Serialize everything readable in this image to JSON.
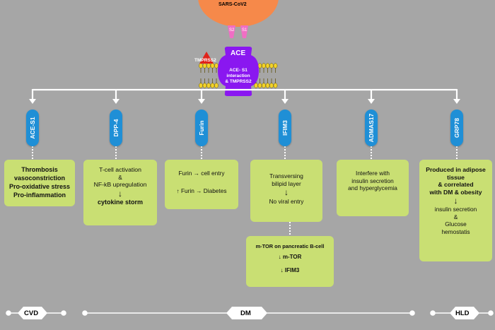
{
  "virus": {
    "label": "SARS-CoV2",
    "spikes": [
      "S2",
      "S1"
    ]
  },
  "receptor": {
    "ace_label": "ACE",
    "ace_detail": [
      "ACE- S1",
      "interaction",
      "& TMPRSS2"
    ],
    "tmprss_label": "TMPRSS2"
  },
  "colors": {
    "background": "#a6a6a6",
    "virus": "#f6894a",
    "spike": "#f06ec4",
    "ace": "#8a17f0",
    "tmprss": "#e0231b",
    "pill": "#1f8fd6",
    "box": "#c9df73",
    "lipid": "#f2d22a"
  },
  "pathways": [
    {
      "name": "ACE-S1",
      "box_lines": [
        "Thrombosis",
        "vasoconstriction",
        "Pro-oxidative stress",
        "Pro-inflammation"
      ]
    },
    {
      "name": "DPP-4",
      "box_lines": [
        "T-cell activation",
        "&",
        "NF-kB upregulation",
        "↓",
        "cytokine storm"
      ]
    },
    {
      "name": "Furin",
      "box_lines": [
        "Furin → cell entry",
        "↑ Furin → Diabetes"
      ]
    },
    {
      "name": "IFIM3",
      "box_lines": [
        "Transversing",
        "bilipid layer",
        "↓",
        "No viral entry"
      ],
      "sub_box_lines": [
        "m-TOR on pancreatic B-cell",
        "↓ m-TOR",
        "↓ IFIM3"
      ]
    },
    {
      "name": "ADMAS17",
      "box_lines": [
        "Interfere with",
        "insulin secretion",
        "and hyperglycemia"
      ]
    },
    {
      "name": "GRP78",
      "box_lines": [
        "Produced in adipose",
        "tissue",
        "& correlated",
        "with DM & obesity",
        "↓",
        "insulin secretion",
        "&",
        "Glucose",
        "hemostatis"
      ]
    }
  ],
  "diseases": [
    "CVD",
    "DM",
    "HLD"
  ]
}
